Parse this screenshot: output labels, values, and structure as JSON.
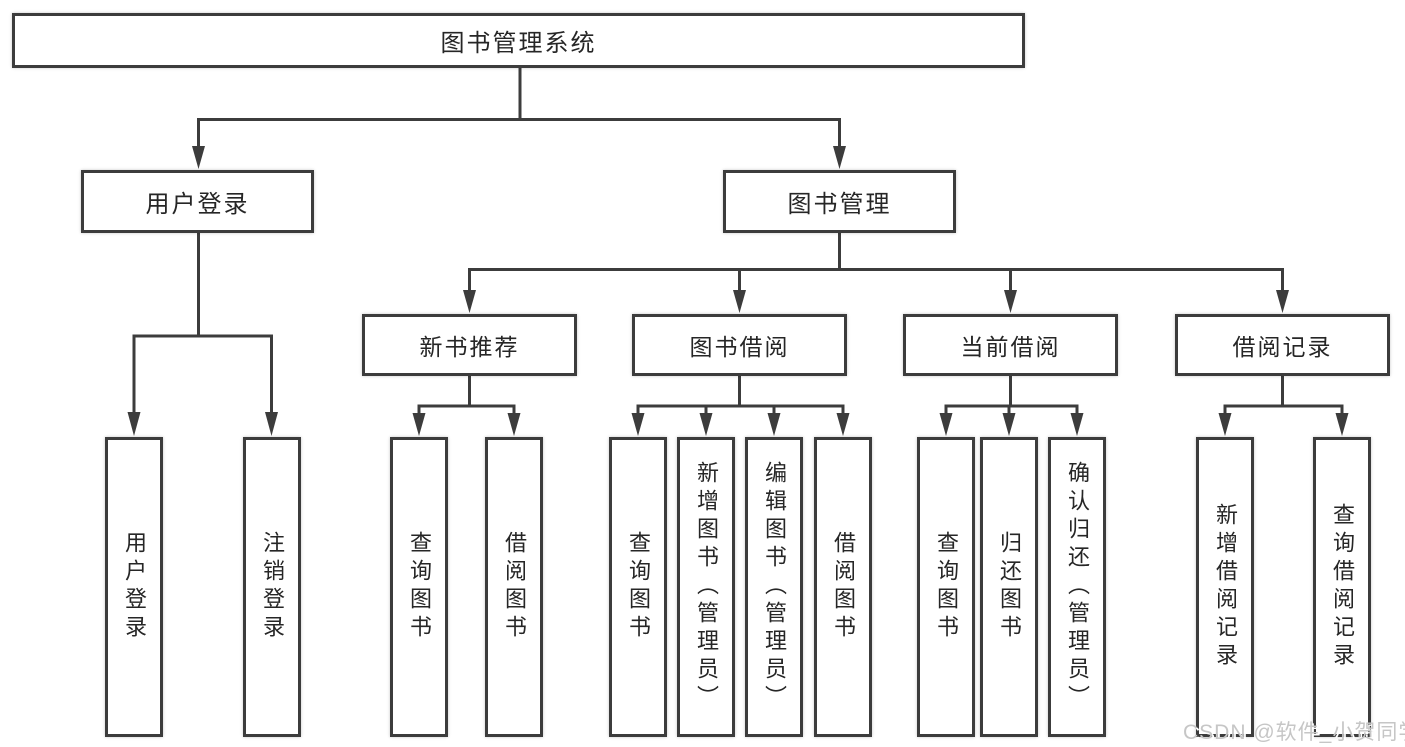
{
  "nodes": {
    "root": "图书管理系统",
    "user_login": "用户登录",
    "book_management": "图书管理",
    "new_book_recommend": "新书推荐",
    "book_borrow": "图书借阅",
    "current_borrow": "当前借阅",
    "borrow_record": "借阅记录",
    "leaf_user_login": "用户登录",
    "leaf_logout": "注销登录",
    "leaf_recommend_query_book": "查询图书",
    "leaf_recommend_borrow_book": "借阅图书",
    "leaf_borrow_query_book": "查询图书",
    "leaf_borrow_add_book": "新增图书（管理员）",
    "leaf_borrow_edit_book": "编辑图书（管理员）",
    "leaf_borrow_borrow_book": "借阅图书",
    "leaf_current_query_book": "查询图书",
    "leaf_current_return_book": "归还图书",
    "leaf_current_confirm_return": "确认归还（管理员）",
    "leaf_record_add": "新增借阅记录",
    "leaf_record_query": "查询借阅记录"
  },
  "watermark": {
    "text": "CSDN @软件_小贺同学",
    "color": "#c6c6c6"
  },
  "colors": {
    "line": "#3c3c3c",
    "box_border": "#3c3c3c",
    "box_fill": "#ffffff",
    "text": "#262626"
  }
}
